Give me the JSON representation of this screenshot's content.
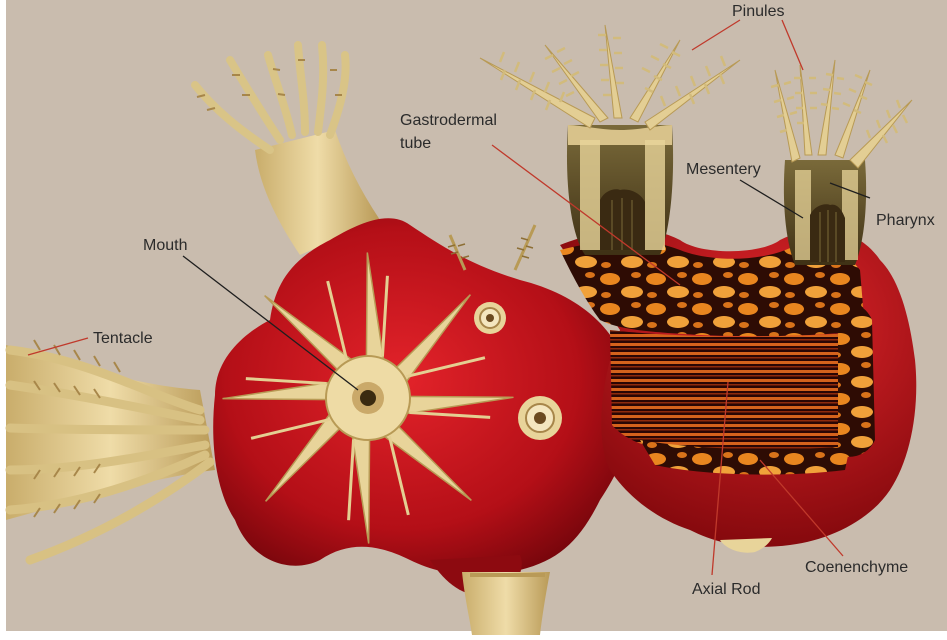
{
  "labels": {
    "pinules": "Pinules",
    "gastrodermal_line1": "Gastrodermal",
    "gastrodermal_line2": "tube",
    "mesentery": "Mesentery",
    "pharynx": "Pharynx",
    "mouth": "Mouth",
    "tentacle": "Tentacle",
    "axial_rod": "Axial Rod",
    "coenenchyme": "Coenenchyme"
  },
  "colors": {
    "background": "#c9bcae",
    "body_red": "#c8141c",
    "body_dark": "#6e0208",
    "polyp_cream": "#e8d49a",
    "polyp_shade": "#b89a55",
    "tube_orange": "#e88a22",
    "tube_dark": "#3a1005",
    "leader_line": "#c0392b"
  }
}
